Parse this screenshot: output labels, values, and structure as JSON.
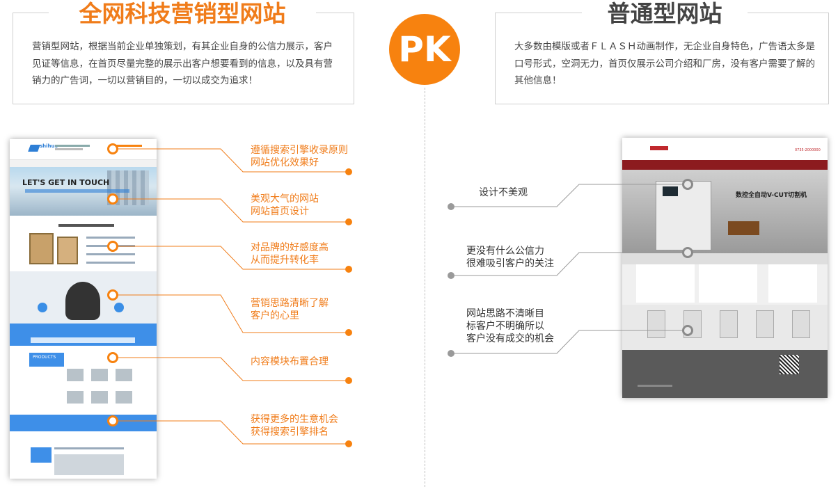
{
  "left": {
    "title": "全网科技营销型网站",
    "description": "营销型网站，根据当前企业单独策划，有其企业自身的公信力展示，客户见证等信息，在首页尽量完整的展示出客户想要看到的信息，以及具有营销力的广告词，一切以营销目的，一切以成交为追求！",
    "preview_text": {
      "brand": "shihuo",
      "hero": "LET'S GET IN TOUCH",
      "products": "PRODUCTS"
    },
    "callouts": [
      {
        "line1": "遵循搜索引擎收录原则",
        "line2": "网站优化效果好"
      },
      {
        "line1": "美观大气的网站",
        "line2": "网站首页设计"
      },
      {
        "line1": "对品牌的好感度高",
        "line2": "从而提升转化率"
      },
      {
        "line1": "营销思路清晰了解",
        "line2": "客户的心里"
      },
      {
        "line1": "内容模块布置合理",
        "line2": ""
      },
      {
        "line1": "获得更多的生意机会",
        "line2": "获得搜索引擎排名"
      }
    ]
  },
  "badge": "PK",
  "right": {
    "title": "普通型网站",
    "description": "大多数由模版或者ＦＬＡＳＨ动画制作，无企业自身特色，广告语太多是口号形式，空洞无力，首页仅展示公司介绍和厂房，没有客户需要了解的其他信息！",
    "preview_text": {
      "phone": "0735-2000000",
      "banner": "数控全自动V-CUT切割机"
    },
    "callouts": [
      {
        "line1": "设计不美观",
        "line2": ""
      },
      {
        "line1": "更没有什么公信力",
        "line2": "很难吸引客户的关注"
      },
      {
        "line1": "网站思路不清晰目",
        "line2": "标客户不明确所以",
        "line3": "客户没有成交的机会"
      }
    ]
  },
  "colors": {
    "accent": "#f7820f",
    "gray": "#9a9a9a",
    "border": "#cfcfcf"
  }
}
